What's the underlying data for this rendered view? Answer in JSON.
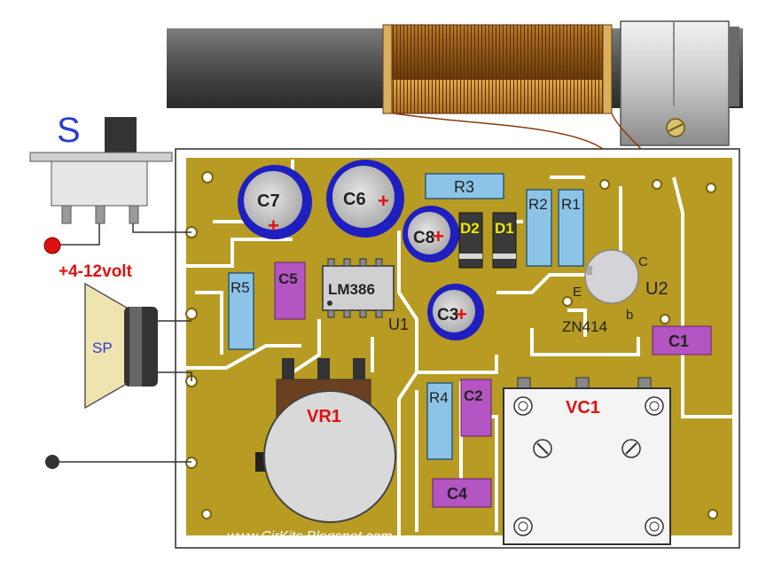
{
  "colors": {
    "board": "#B79B22",
    "board_edge": "#7A6410",
    "capacitor_blue": "#1F1FBF",
    "capacitor_body": "#C9C9C9",
    "resistor": "#8CC4E8",
    "ceramic_cap": "#B455C4",
    "diode_body": "#3A3A3A",
    "diode_band_label": "#F2E600",
    "accent_red": "#E01010",
    "switch_label": "#2A3ED0",
    "speaker_label": "#2A3ED0",
    "trimmer_label": "#E01010"
  },
  "switch": {
    "label": "S",
    "supply_label": "+4-12volt"
  },
  "speaker": {
    "label": "SP"
  },
  "components": {
    "c7": "C7",
    "c6": "C6",
    "c8": "C8",
    "c3": "C3",
    "c5": "C5",
    "c2": "C2",
    "c4": "C4",
    "c1": "C1",
    "r1": "R1",
    "r2": "R2",
    "r3": "R3",
    "r4": "R4",
    "r5": "R5",
    "d1": "D1",
    "d2": "D2",
    "ic_part": "LM386",
    "ic_ref": "U1",
    "transistor_ref": "U2",
    "transistor_part": "ZN414",
    "pin_c": "C",
    "pin_e": "E",
    "pin_b": "b",
    "volume": "VR1",
    "tuning": "VC1",
    "polarity_plus": "+"
  },
  "watermark": "www.CirKits.Blogspot.com"
}
